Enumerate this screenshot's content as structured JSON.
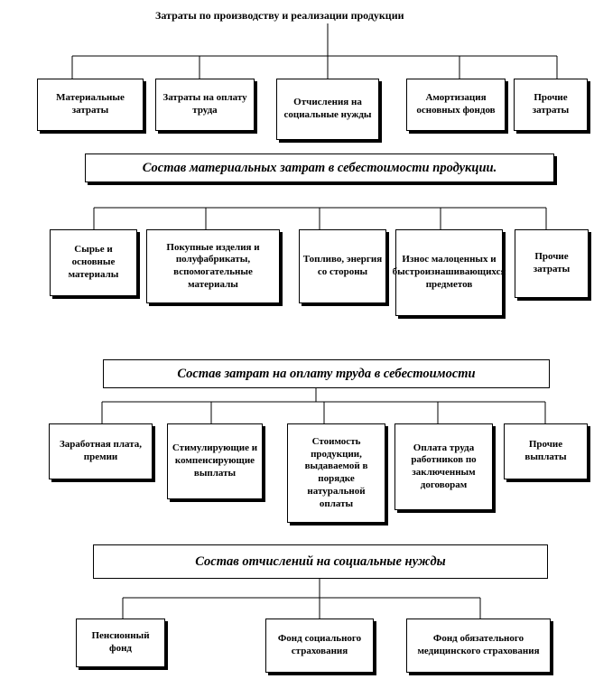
{
  "title": "Затраты по производству  и реализации  продукции",
  "group1": {
    "items": [
      "Материальные затраты",
      "Затраты на оплату труда",
      "Отчисления на социальные нужды",
      "Амортизация основных фондов",
      "Прочие затраты"
    ]
  },
  "section2": {
    "heading": "Состав материальных затрат в себестоимости продукции.",
    "items": [
      "Сырье и основные материалы",
      "Покупные изделия и полуфабрикаты, вспомогательные материалы",
      "Топливо, энергия со стороны",
      "Износ малоценных и быстроизнашивающихся предметов",
      "Прочие затраты"
    ]
  },
  "section3": {
    "heading": "Состав затрат на оплату труда в себестоимости",
    "items": [
      "Заработная плата, премии",
      "Стимулирующие и компенсирующие выплаты",
      "Стоимость продукции, выдаваемой в порядке натуральной оплаты",
      "Оплата труда работников по заключенным договорам",
      "Прочие выплаты"
    ]
  },
  "section4": {
    "heading": "Состав отчислений на социальные нужды",
    "items": [
      "Пенсионный фонд",
      "Фонд социального страхования",
      "Фонд обязательного медицинского страхования"
    ]
  }
}
